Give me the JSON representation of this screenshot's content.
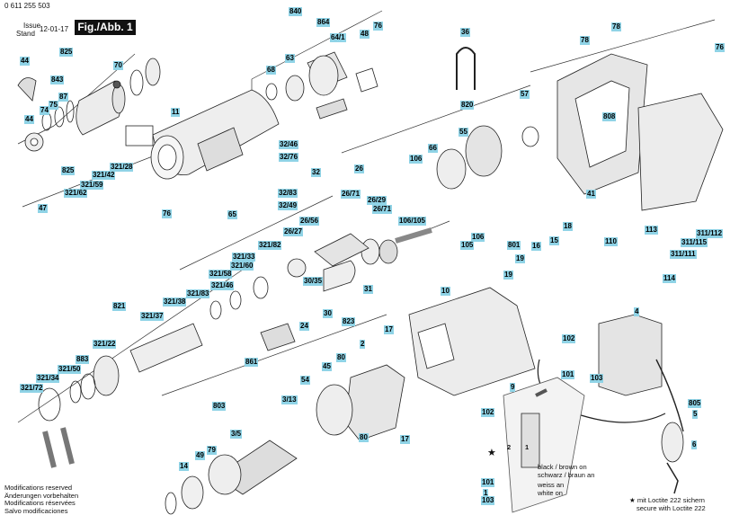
{
  "header": {
    "doc_number": "0 611 255 503",
    "issue_label": "Issue",
    "stand_label": "Stand",
    "issue_date": "12-01-17",
    "figure_label": "Fig./Abb. 1"
  },
  "footer": {
    "modifications": [
      "Modifications reserved",
      "Änderungen vorbehalten",
      "Modifications réservées",
      "Salvo modificaciones"
    ],
    "loctite": [
      "mit Loctite 222 sichern",
      "secure with Loctite 222"
    ]
  },
  "wiring_notes": {
    "black_brown_1": "black / brown on",
    "black_brown_2": "schwarz / braun an",
    "white_1": "weiss an",
    "white_2": "white on",
    "mark_1": "1",
    "mark_2": "2",
    "star": "★"
  },
  "parts": [
    {
      "id": "840",
      "label": "840"
    },
    {
      "id": "864",
      "label": "864"
    },
    {
      "id": "64_1",
      "label": "64/1"
    },
    {
      "id": "48",
      "label": "48"
    },
    {
      "id": "76a",
      "label": "76"
    },
    {
      "id": "68",
      "label": "68"
    },
    {
      "id": "63",
      "label": "63"
    },
    {
      "id": "36",
      "label": "36"
    },
    {
      "id": "78a",
      "label": "78"
    },
    {
      "id": "78b",
      "label": "78"
    },
    {
      "id": "76b",
      "label": "76"
    },
    {
      "id": "825a",
      "label": "825"
    },
    {
      "id": "44a",
      "label": "44"
    },
    {
      "id": "843",
      "label": "843"
    },
    {
      "id": "70",
      "label": "70"
    },
    {
      "id": "87",
      "label": "87"
    },
    {
      "id": "75",
      "label": "75"
    },
    {
      "id": "74",
      "label": "74"
    },
    {
      "id": "44b",
      "label": "44"
    },
    {
      "id": "11",
      "label": "11"
    },
    {
      "id": "820",
      "label": "820"
    },
    {
      "id": "57",
      "label": "57"
    },
    {
      "id": "808",
      "label": "808"
    },
    {
      "id": "55",
      "label": "55"
    },
    {
      "id": "66",
      "label": "66"
    },
    {
      "id": "106a",
      "label": "106"
    },
    {
      "id": "32_46",
      "label": "32/46"
    },
    {
      "id": "32_76",
      "label": "32/76"
    },
    {
      "id": "825b",
      "label": "825"
    },
    {
      "id": "321_28",
      "label": "321/28"
    },
    {
      "id": "321_42",
      "label": "321/42"
    },
    {
      "id": "26a",
      "label": "26"
    },
    {
      "id": "32",
      "label": "32"
    },
    {
      "id": "321_59",
      "label": "321/59"
    },
    {
      "id": "321_62",
      "label": "321/62"
    },
    {
      "id": "41",
      "label": "41"
    },
    {
      "id": "32_83",
      "label": "32/83"
    },
    {
      "id": "26_71a",
      "label": "26/71"
    },
    {
      "id": "26_29",
      "label": "26/29"
    },
    {
      "id": "32_49",
      "label": "32/49"
    },
    {
      "id": "47",
      "label": "47"
    },
    {
      "id": "76c",
      "label": "76"
    },
    {
      "id": "65",
      "label": "65"
    },
    {
      "id": "26_56",
      "label": "26/56"
    },
    {
      "id": "26_71b",
      "label": "26/71"
    },
    {
      "id": "106_105",
      "label": "106/105"
    },
    {
      "id": "26_27",
      "label": "26/27"
    },
    {
      "id": "311_112",
      "label": "311/112"
    },
    {
      "id": "311_115",
      "label": "311/115"
    },
    {
      "id": "113",
      "label": "113"
    },
    {
      "id": "18",
      "label": "18"
    },
    {
      "id": "105",
      "label": "105"
    },
    {
      "id": "106b",
      "label": "106"
    },
    {
      "id": "321_82",
      "label": "321/82"
    },
    {
      "id": "321_33",
      "label": "321/33"
    },
    {
      "id": "801",
      "label": "801"
    },
    {
      "id": "16",
      "label": "16"
    },
    {
      "id": "15",
      "label": "15"
    },
    {
      "id": "110",
      "label": "110"
    },
    {
      "id": "311_111",
      "label": "311/111"
    },
    {
      "id": "321_60",
      "label": "321/60"
    },
    {
      "id": "321_58",
      "label": "321/58"
    },
    {
      "id": "30_35",
      "label": "30/35"
    },
    {
      "id": "19a",
      "label": "19"
    },
    {
      "id": "114",
      "label": "114"
    },
    {
      "id": "321_46",
      "label": "321/46"
    },
    {
      "id": "19b",
      "label": "19"
    },
    {
      "id": "31",
      "label": "31"
    },
    {
      "id": "10",
      "label": "10"
    },
    {
      "id": "321_83",
      "label": "321/83"
    },
    {
      "id": "321_38",
      "label": "321/38"
    },
    {
      "id": "821",
      "label": "821"
    },
    {
      "id": "30",
      "label": "30"
    },
    {
      "id": "823",
      "label": "823"
    },
    {
      "id": "4",
      "label": "4"
    },
    {
      "id": "321_37",
      "label": "321/37"
    },
    {
      "id": "24",
      "label": "24"
    },
    {
      "id": "17a",
      "label": "17"
    },
    {
      "id": "102",
      "label": "102"
    },
    {
      "id": "321_22",
      "label": "321/22"
    },
    {
      "id": "2",
      "label": "2"
    },
    {
      "id": "883",
      "label": "883"
    },
    {
      "id": "861",
      "label": "861"
    },
    {
      "id": "80a",
      "label": "80"
    },
    {
      "id": "321_50",
      "label": "321/50"
    },
    {
      "id": "45",
      "label": "45"
    },
    {
      "id": "321_34",
      "label": "321/34"
    },
    {
      "id": "101a",
      "label": "101"
    },
    {
      "id": "103a",
      "label": "103"
    },
    {
      "id": "321_72",
      "label": "321/72"
    },
    {
      "id": "54",
      "label": "54"
    },
    {
      "id": "3_13",
      "label": "3/13"
    },
    {
      "id": "9",
      "label": "9"
    },
    {
      "id": "805",
      "label": "805"
    },
    {
      "id": "803",
      "label": "803"
    },
    {
      "id": "5",
      "label": "5"
    },
    {
      "id": "102b",
      "label": "102"
    },
    {
      "id": "3_5",
      "label": "3/5"
    },
    {
      "id": "80b",
      "label": "80"
    },
    {
      "id": "17b",
      "label": "17"
    },
    {
      "id": "79",
      "label": "79"
    },
    {
      "id": "49",
      "label": "49"
    },
    {
      "id": "6",
      "label": "6"
    },
    {
      "id": "14",
      "label": "14"
    },
    {
      "id": "101b",
      "label": "101"
    },
    {
      "id": "1",
      "label": "1"
    },
    {
      "id": "103b",
      "label": "103"
    }
  ]
}
